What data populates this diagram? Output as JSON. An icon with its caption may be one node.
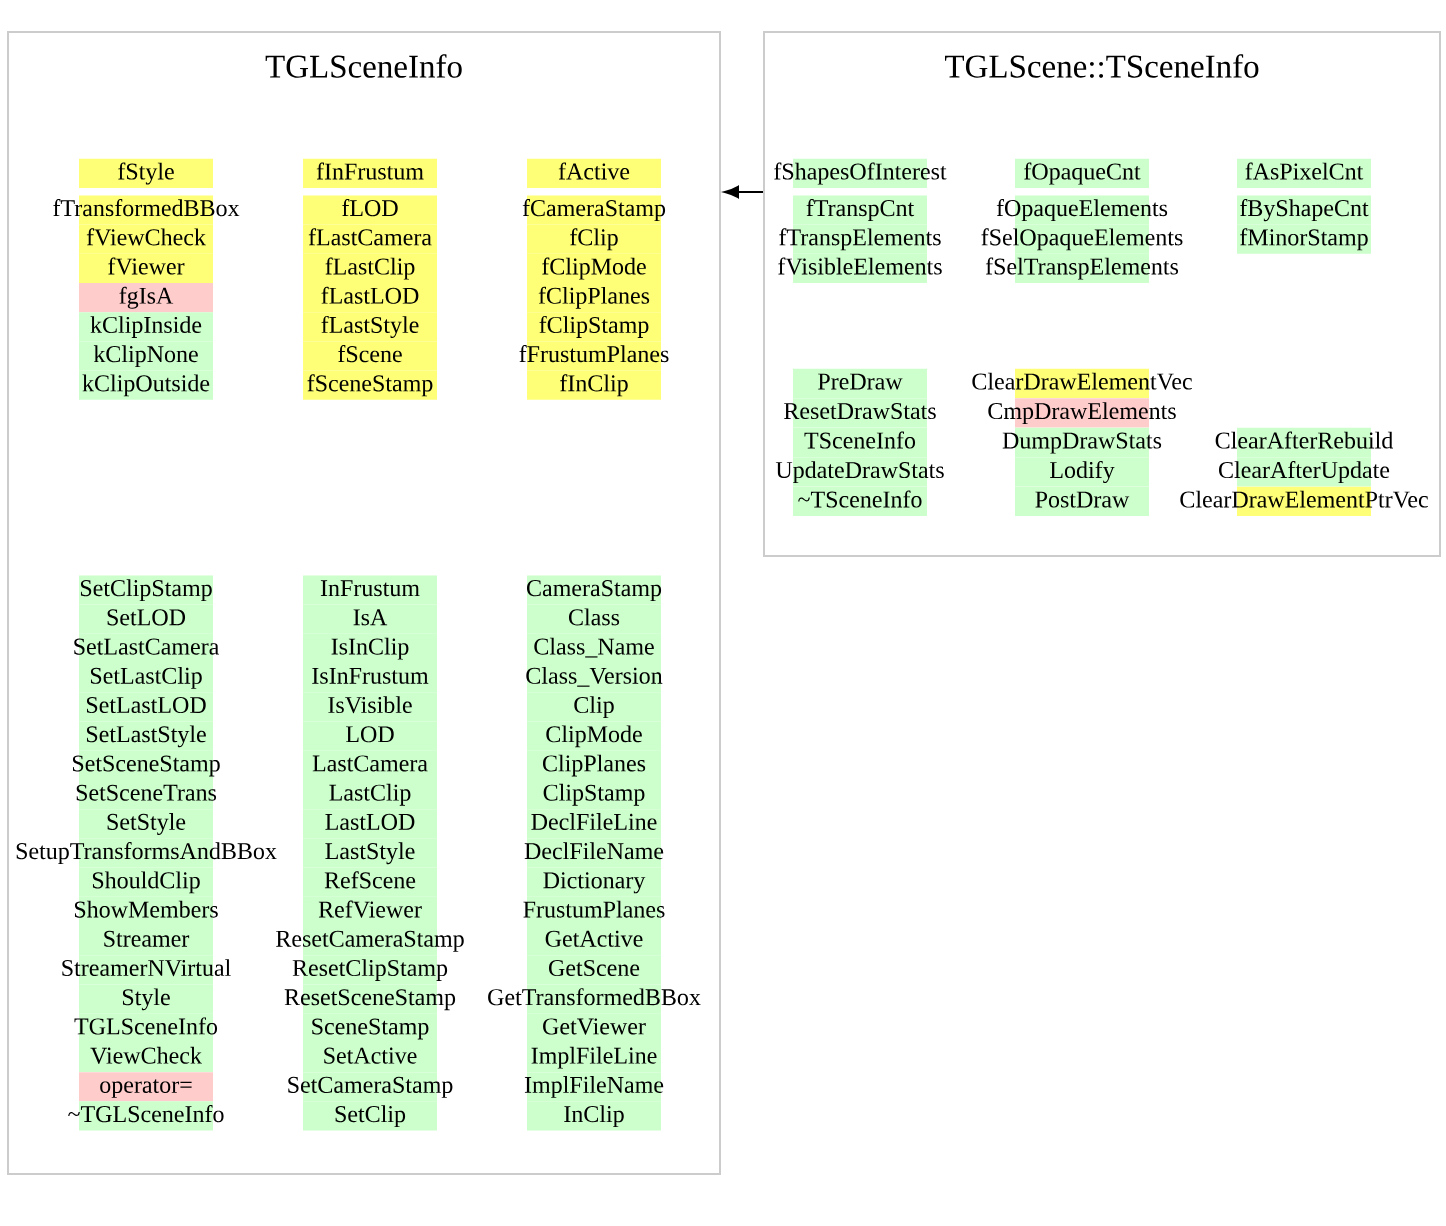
{
  "diagram": {
    "nodes": [
      {
        "text": [
          "TGLSceneInfo"
        ]
      },
      {
        "text": [
          "fStyle"
        ],
        "in": 0
      },
      {
        "text": [
          "fTransformedBBox"
        ],
        "in": 0
      },
      {
        "text": [
          "fViewCheck"
        ],
        "in": 0
      },
      {
        "text": [
          "fViewer"
        ],
        "in": 0
      },
      {
        "text": [
          "fgIsA"
        ],
        "in": 0
      },
      {
        "text": [
          "kClipInside"
        ],
        "in": 0
      },
      {
        "text": [
          "kClipNone"
        ],
        "in": 0
      },
      {
        "text": [
          "kClipOutside"
        ],
        "in": 0
      },
      {
        "text": [
          "fInFrustum"
        ],
        "in": 0
      },
      {
        "text": [
          "fLOD"
        ],
        "in": 0
      },
      {
        "text": [
          "fLastCamera"
        ],
        "in": 0
      },
      {
        "text": [
          "fLastClip"
        ],
        "in": 0
      },
      {
        "text": [
          "fLastLOD"
        ],
        "in": 0
      },
      {
        "text": [
          "fLastStyle"
        ],
        "in": 0
      },
      {
        "text": [
          "fScene"
        ],
        "in": 0
      },
      {
        "text": [
          "fSceneStamp"
        ],
        "in": 0
      },
      {
        "text": [
          "fActive"
        ],
        "in": 0
      },
      {
        "text": [
          "fCameraStamp"
        ],
        "in": 0
      },
      {
        "text": [
          "fClip"
        ],
        "in": 0
      },
      {
        "text": [
          "fClipMode"
        ],
        "in": 0
      },
      {
        "text": [
          "fClipPlanes"
        ],
        "in": 0
      },
      {
        "text": [
          "fClipStamp"
        ],
        "in": 0
      },
      {
        "text": [
          "fFrustumPlanes"
        ],
        "in": 0
      },
      {
        "text": [
          "fInClip"
        ],
        "in": 0
      },
      {
        "text": [
          "SetClipStamp"
        ],
        "in": 0
      },
      {
        "text": [
          "SetLOD"
        ],
        "in": 0
      },
      {
        "text": [
          "SetLastCamera"
        ],
        "in": 0
      },
      {
        "text": [
          "SetLastClip"
        ],
        "in": 0
      },
      {
        "text": [
          "SetLastLOD"
        ],
        "in": 0
      },
      {
        "text": [
          "SetLastStyle"
        ],
        "in": 0
      },
      {
        "text": [
          "SetSceneStamp"
        ],
        "in": 0
      },
      {
        "text": [
          "SetSceneTrans"
        ],
        "in": 0
      },
      {
        "text": [
          "SetStyle"
        ],
        "in": 0
      },
      {
        "text": [
          "SetupTransformsAndBBox"
        ],
        "in": 0
      },
      {
        "text": [
          "ShouldClip"
        ],
        "in": 0
      },
      {
        "text": [
          "ShowMembers"
        ],
        "in": 0
      },
      {
        "text": [
          "Streamer"
        ],
        "in": 0
      },
      {
        "text": [
          "StreamerNVirtual"
        ],
        "in": 0
      },
      {
        "text": [
          "Style"
        ],
        "in": 0
      },
      {
        "text": [
          "TGLSceneInfo"
        ],
        "in": 0
      },
      {
        "text": [
          "ViewCheck"
        ],
        "in": 0
      },
      {
        "text": [
          "operator="
        ],
        "in": 0
      },
      {
        "text": [
          "~TGLSceneInfo"
        ],
        "in": 0
      },
      {
        "text": [
          "InFrustum"
        ],
        "in": 0
      },
      {
        "text": [
          "IsA"
        ],
        "in": 0
      },
      {
        "text": [
          "IsInClip"
        ],
        "in": 0
      },
      {
        "text": [
          "IsInFrustum"
        ],
        "in": 0
      },
      {
        "text": [
          "IsVisible"
        ],
        "in": 0
      },
      {
        "text": [
          "LOD"
        ],
        "in": 0
      },
      {
        "text": [
          "LastCamera"
        ],
        "in": 0
      },
      {
        "text": [
          "LastClip"
        ],
        "in": 0
      },
      {
        "text": [
          "LastLOD"
        ],
        "in": 0
      },
      {
        "text": [
          "LastStyle"
        ],
        "in": 0
      },
      {
        "text": [
          "RefScene"
        ],
        "in": 0
      },
      {
        "text": [
          "RefViewer"
        ],
        "in": 0
      },
      {
        "text": [
          "ResetCameraStamp"
        ],
        "in": 0
      },
      {
        "text": [
          "ResetClipStamp"
        ],
        "in": 0
      },
      {
        "text": [
          "ResetSceneStamp"
        ],
        "in": 0
      },
      {
        "text": [
          "SceneStamp"
        ],
        "in": 0
      },
      {
        "text": [
          "SetActive"
        ],
        "in": 0
      },
      {
        "text": [
          "SetCameraStamp"
        ],
        "in": 0
      },
      {
        "text": [
          "SetClip"
        ],
        "in": 0
      },
      {
        "text": [
          "CameraStamp"
        ],
        "in": 0
      },
      {
        "text": [
          "Class"
        ],
        "in": 0
      },
      {
        "text": [
          "Class_Name"
        ],
        "in": 0
      },
      {
        "text": [
          "Class_Version"
        ],
        "in": 0
      },
      {
        "text": [
          "Clip"
        ],
        "in": 0
      },
      {
        "text": [
          "ClipMode"
        ],
        "in": 0
      },
      {
        "text": [
          "ClipPlanes"
        ],
        "in": 0
      },
      {
        "text": [
          "ClipStamp"
        ],
        "in": 0
      },
      {
        "text": [
          "DeclFileLine"
        ],
        "in": 0
      },
      {
        "text": [
          "DeclFileName"
        ],
        "in": 0
      },
      {
        "text": [
          "Dictionary"
        ],
        "in": 0
      },
      {
        "text": [
          "FrustumPlanes"
        ],
        "in": 0
      },
      {
        "text": [
          "GetActive"
        ],
        "in": 0
      },
      {
        "text": [
          "GetScene"
        ],
        "in": 0
      },
      {
        "text": [
          "GetTransformedBBox"
        ],
        "in": 0
      },
      {
        "text": [
          "GetViewer"
        ],
        "in": 0
      },
      {
        "text": [
          "ImplFileLine"
        ],
        "in": 0
      },
      {
        "text": [
          "ImplFileName"
        ],
        "in": 0
      },
      {
        "text": [
          "InClip"
        ],
        "in": 0
      },
      {
        "text": [
          "TGLScene::TSceneInfo"
        ]
      },
      {
        "text": [
          "fShapesOfInterest"
        ],
        "in": 82
      },
      {
        "text": [
          "fTranspCnt"
        ],
        "in": 82
      },
      {
        "text": [
          "fTranspElements"
        ],
        "in": 82
      },
      {
        "text": [
          "fVisibleElements"
        ],
        "in": 82
      },
      {
        "text": [
          "fOpaqueCnt"
        ],
        "in": 82
      },
      {
        "text": [
          "fOpaqueElements"
        ],
        "in": 82
      },
      {
        "text": [
          "fSelOpaqueElements"
        ],
        "in": 82
      },
      {
        "text": [
          "fSelTranspElements"
        ],
        "in": 82
      },
      {
        "text": [
          "fAsPixelCnt"
        ],
        "in": 82
      },
      {
        "text": [
          "fByShapeCnt"
        ],
        "in": 82
      },
      {
        "text": [
          "fMinorStamp"
        ],
        "in": 82
      },
      {
        "text": [
          "PreDraw"
        ],
        "in": 82
      },
      {
        "text": [
          "ResetDrawStats"
        ],
        "in": 82
      },
      {
        "text": [
          "TSceneInfo"
        ],
        "in": 82
      },
      {
        "text": [
          "UpdateDrawStats"
        ],
        "in": 82
      },
      {
        "text": [
          "~TSceneInfo"
        ],
        "in": 82
      },
      {
        "text": [
          "ClearDrawElementVec"
        ],
        "in": 82
      },
      {
        "text": [
          "CmpDrawElements"
        ],
        "in": 82
      },
      {
        "text": [
          "DumpDrawStats"
        ],
        "in": 82
      },
      {
        "text": [
          "Lodify"
        ],
        "in": 82
      },
      {
        "text": [
          "PostDraw"
        ],
        "in": 82
      },
      {
        "text": [
          "ClearAfterRebuild"
        ],
        "in": 82
      },
      {
        "text": [
          "ClearAfterUpdate"
        ],
        "in": 82
      },
      {
        "text": [
          "ClearDrawElementPtrVec"
        ],
        "in": 82
      }
    ],
    "edges": [
      {
        "from": 82,
        "to": 0,
        "arrow": "to"
      }
    ]
  }
}
